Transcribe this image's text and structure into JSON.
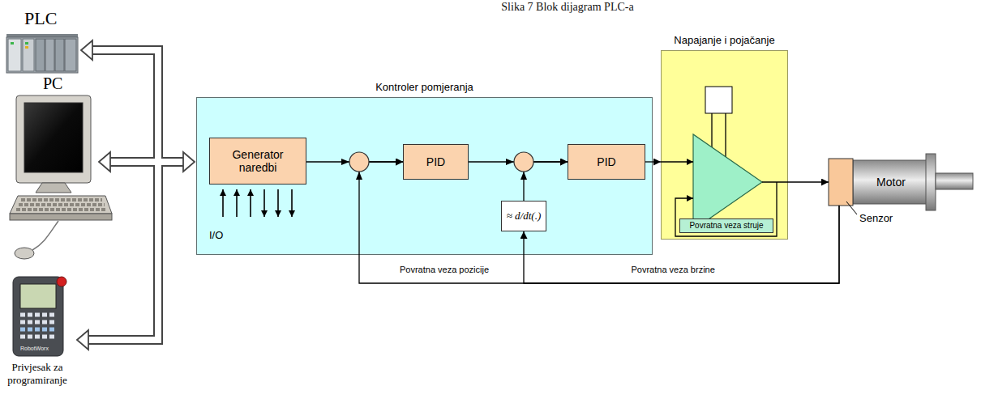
{
  "diagram": {
    "caption": "Slika 7 Blok dijagram PLC-a",
    "nodes": [
      {
        "text": [
          "Kontroler pomjeranja"
        ]
      },
      {
        "text": [
          "Generator naredbi"
        ],
        "in": 0
      },
      {
        "text": [
          "PID"
        ],
        "in": 0
      },
      {
        "text": [
          "≈ d/dt(.)"
        ],
        "in": 0
      },
      {
        "text": [
          "PID"
        ],
        "in": 0
      },
      {
        "text": [
          "Napajanje i pojačanje"
        ]
      },
      {
        "text": [
          "Povratna veza struje"
        ],
        "in": 5
      },
      {
        "text": [
          "Motor"
        ]
      }
    ],
    "edges": [
      {
        "from": 1,
        "to": 2,
        "arrow": "to"
      },
      {
        "from": 2,
        "to": 4,
        "arrow": "to"
      },
      {
        "from": 3,
        "to": 4,
        "arrow": "to"
      },
      {
        "from": 4,
        "to": 5,
        "arrow": "to"
      },
      {
        "from": 5,
        "to": 7,
        "arrow": "to"
      },
      {
        "from": 7,
        "to": 2,
        "label": "Povratna veza pozicije",
        "arrow": "to"
      },
      {
        "from": 7,
        "to": 3,
        "label": "Povratna veza brzine",
        "arrow": "to"
      }
    ],
    "labels": [
      "PLC",
      "PC",
      "Privjesak za programiranje",
      "RobotWorx",
      "I/O",
      "Senzor"
    ]
  }
}
